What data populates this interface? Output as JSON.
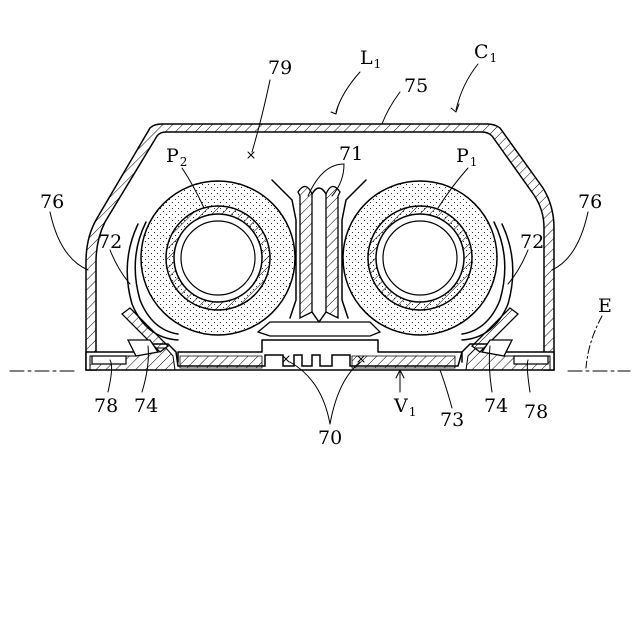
{
  "figure": {
    "labels": {
      "l1_main": "L",
      "l1_sub": "1",
      "c1_main": "C",
      "c1_sub": "1",
      "n79": "79",
      "n75": "75",
      "n71": "71",
      "p2_main": "P",
      "p2_sub": "2",
      "p1_main": "P",
      "p1_sub": "1",
      "n76_left": "76",
      "n76_right": "76",
      "n72_left": "72",
      "n72_right": "72",
      "e": "E",
      "n78_left": "78",
      "n74_left": "74",
      "n70": "70",
      "v1_main": "V",
      "v1_sub": "1",
      "n73": "73",
      "n74_right": "74",
      "n78_right": "78"
    }
  }
}
